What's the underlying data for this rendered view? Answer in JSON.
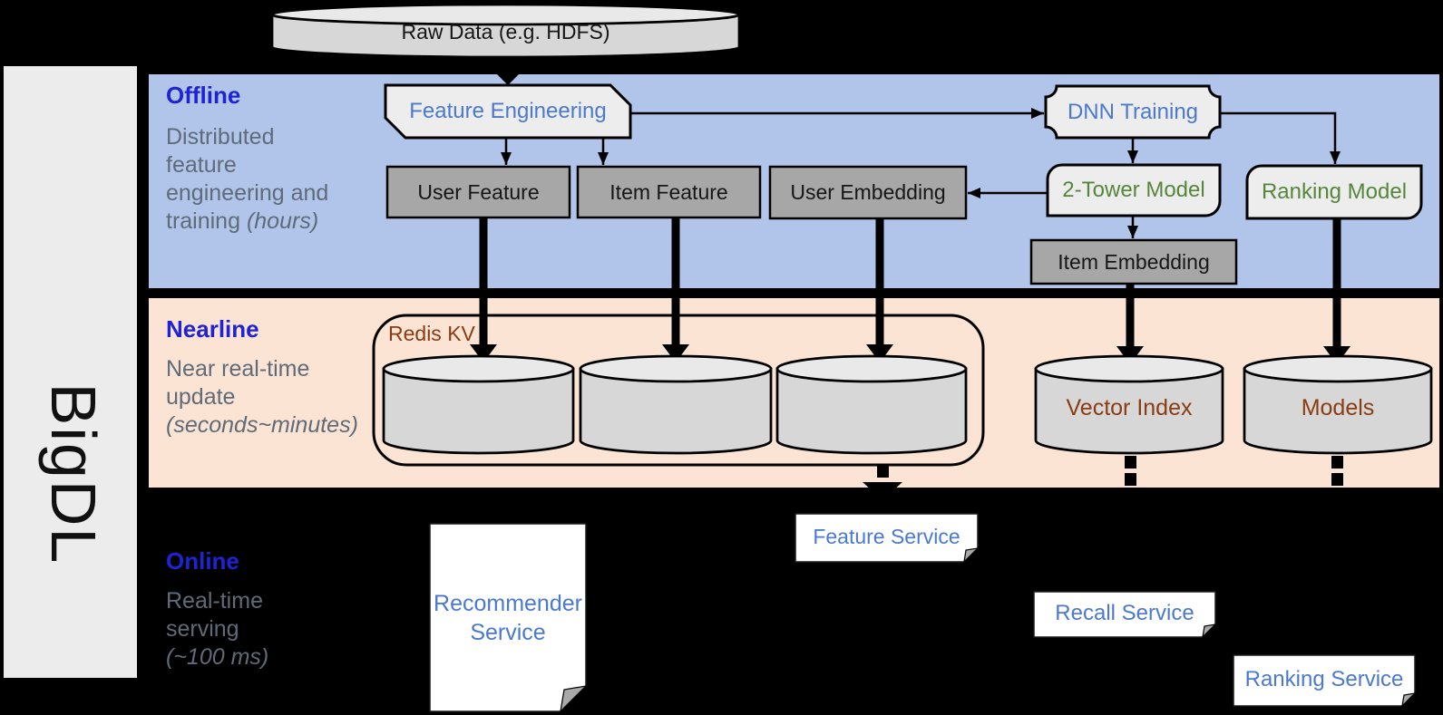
{
  "brand": "BigDL",
  "raw_data": {
    "label": "Raw Data (e.g. HDFS)"
  },
  "sections": {
    "offline": {
      "title": "Offline",
      "description": "Distributed feature engineering and training",
      "duration": "(hours)"
    },
    "nearline": {
      "title": "Nearline",
      "description": "Near real-time update",
      "duration": "(seconds~minutes)"
    },
    "online": {
      "title": "Online",
      "description": "Real-time serving",
      "duration": "(~100 ms)"
    }
  },
  "nodes": {
    "feature_engineering": "Feature Engineering",
    "dnn_training": "DNN Training",
    "user_feature": "User Feature",
    "item_feature": "Item Feature",
    "user_embedding": "User Embedding",
    "two_tower_model": "2-Tower Model",
    "ranking_model": "Ranking Model",
    "item_embedding": "Item Embedding"
  },
  "stores": {
    "redis_kv": "Redis KV",
    "vector_index": "Vector Index",
    "models": "Models"
  },
  "services": {
    "recommender": "Recommender Service",
    "feature": "Feature Service",
    "recall": "Recall Service",
    "ranking": "Ranking Service"
  },
  "colors": {
    "offline_band": "#b0c5e9",
    "nearline_band": "#fbe4d3",
    "header_blue": "#2023d3",
    "node_blue": "#4a79ce",
    "node_green": "#55873a",
    "store_brown": "#8a3c12",
    "muted_gray": "#5f6b78",
    "box_light": "#ededed",
    "box_gray": "#a7a7a7",
    "cylinder_fill": "#d7d7d7",
    "cylinder_top": "#e9e9e9",
    "sidebar_bg": "#ececec"
  }
}
